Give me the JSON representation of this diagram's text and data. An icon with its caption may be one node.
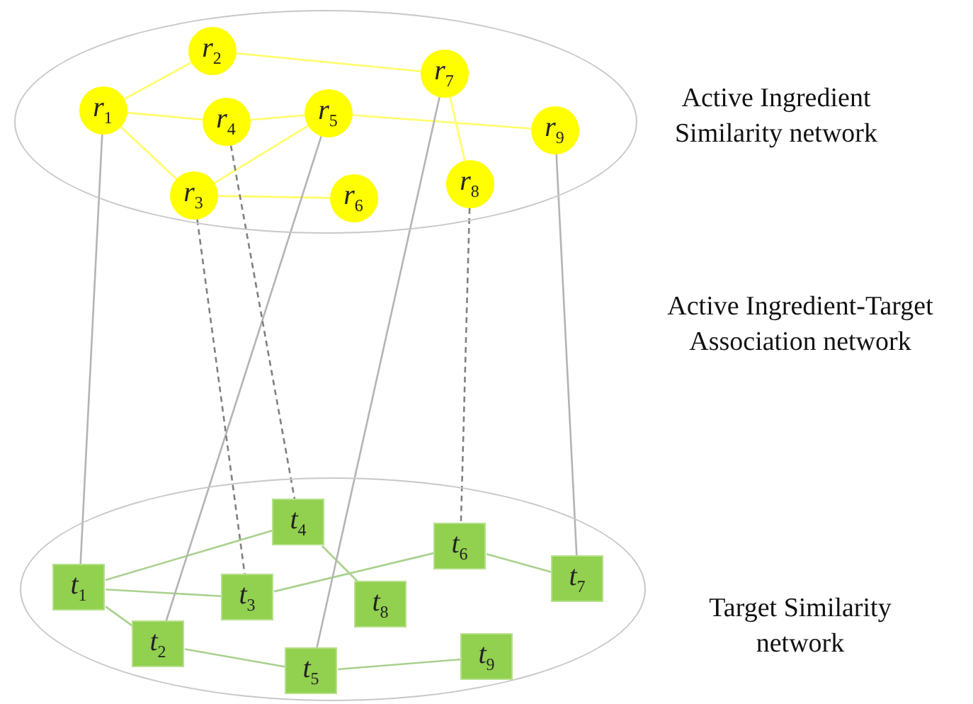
{
  "diagram": {
    "nodes": [
      {
        "text": [],
        "shape": "ellipse",
        "beside": [
          "Active Ingredient Similarity network"
        ]
      },
      {
        "text": [
          "r$_{1}$"
        ],
        "in": 0
      },
      {
        "text": [
          "r$_{2}$"
        ],
        "in": 0
      },
      {
        "text": [
          "r$_{3}$"
        ],
        "in": 0
      },
      {
        "text": [
          "r$_{4}$"
        ],
        "in": 0
      },
      {
        "text": [
          "r$_{5}$"
        ],
        "in": 0
      },
      {
        "text": [
          "r$_{6}$"
        ],
        "in": 0
      },
      {
        "text": [
          "r$_{7}$"
        ],
        "in": 0
      },
      {
        "text": [
          "r$_{8}$"
        ],
        "in": 0
      },
      {
        "text": [
          "r$_{9}$"
        ],
        "in": 0
      },
      {
        "text": [],
        "shape": "ellipse",
        "beside": [
          "Target Similarity network"
        ]
      },
      {
        "text": [
          "t$_{1}$"
        ],
        "in": 10
      },
      {
        "text": [
          "t$_{2}$"
        ],
        "in": 10
      },
      {
        "text": [
          "t$_{3}$"
        ],
        "in": 10
      },
      {
        "text": [
          "t$_{4}$"
        ],
        "in": 10
      },
      {
        "text": [
          "t$_{5}$"
        ],
        "in": 10
      },
      {
        "text": [
          "t$_{6}$"
        ],
        "in": 10
      },
      {
        "text": [
          "t$_{7}$"
        ],
        "in": 10
      },
      {
        "text": [
          "t$_{8}$"
        ],
        "in": 10
      },
      {
        "text": [
          "t$_{9}$"
        ],
        "in": 10
      }
    ],
    "edges": [
      {
        "from": 1,
        "to": 2,
        "arrow": "none"
      },
      {
        "from": 2,
        "to": 7,
        "arrow": "none"
      },
      {
        "from": 1,
        "to": 4,
        "arrow": "none"
      },
      {
        "from": 1,
        "to": 3,
        "arrow": "none"
      },
      {
        "from": 4,
        "to": 5,
        "arrow": "none"
      },
      {
        "from": 3,
        "to": 5,
        "arrow": "none"
      },
      {
        "from": 3,
        "to": 6,
        "arrow": "none"
      },
      {
        "from": 5,
        "to": 9,
        "arrow": "none"
      },
      {
        "from": 7,
        "to": 8,
        "arrow": "none"
      },
      {
        "from": 11,
        "to": 14,
        "arrow": "none",
        "color": "#a9d18e"
      },
      {
        "from": 11,
        "to": 13,
        "arrow": "none",
        "color": "#a9d18e"
      },
      {
        "from": 11,
        "to": 12,
        "arrow": "none",
        "color": "#a9d18e"
      },
      {
        "from": 14,
        "to": 18,
        "arrow": "none",
        "color": "#a9d18e"
      },
      {
        "from": 13,
        "to": 16,
        "arrow": "none",
        "color": "#a9d18e"
      },
      {
        "from": 16,
        "to": 17,
        "arrow": "none",
        "color": "#a9d18e"
      },
      {
        "from": 12,
        "to": 15,
        "arrow": "none",
        "color": "#a9d18e"
      },
      {
        "from": 15,
        "to": 19,
        "arrow": "none",
        "color": "#a9d18e"
      },
      {
        "from": 1,
        "to": 11,
        "arrow": "none",
        "color": "#b4b4b4"
      },
      {
        "from": 5,
        "to": 12,
        "arrow": "none",
        "color": "#b4b4b4"
      },
      {
        "from": 7,
        "to": 15,
        "arrow": "none",
        "color": "#b4b4b4"
      },
      {
        "from": 9,
        "to": 17,
        "arrow": "none",
        "color": "#b4b4b4"
      },
      {
        "from": 3,
        "to": 13,
        "arrow": "none",
        "style": "dashed",
        "color": "#808080"
      },
      {
        "from": 4,
        "to": 14,
        "arrow": "none",
        "style": "dashed",
        "color": "#808080"
      },
      {
        "from": 8,
        "to": 16,
        "arrow": "none",
        "style": "dashed",
        "color": "#808080"
      }
    ],
    "labels": [
      "Active Ingredient-Target Association network"
    ]
  }
}
